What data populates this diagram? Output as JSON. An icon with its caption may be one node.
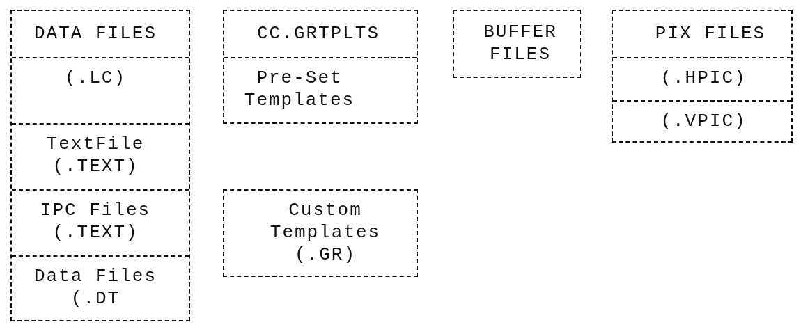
{
  "diagram": {
    "nodes": [
      {
        "text": [
          "DATA FILES"
        ]
      },
      {
        "text": [
          "(.LC)"
        ],
        "in": 0
      },
      {
        "text": [
          "TextFile (.TEXT)"
        ],
        "in": 0
      },
      {
        "text": [
          "IPC Files (.TEXT)"
        ],
        "in": 0
      },
      {
        "text": [
          "Data Files (.DT"
        ],
        "in": 0
      },
      {
        "text": [
          "CC.GRTPLTS"
        ]
      },
      {
        "text": [
          "Pre-Set Templates"
        ],
        "in": 5
      },
      {
        "text": [
          "Custom Templates (.GR)"
        ]
      },
      {
        "text": [
          "BUFFER FILES"
        ]
      },
      {
        "text": [
          "PIX FILES"
        ]
      },
      {
        "text": [
          "(.HPIC)"
        ],
        "in": 9
      },
      {
        "text": [
          "(.VPIC)"
        ],
        "in": 9
      }
    ]
  }
}
